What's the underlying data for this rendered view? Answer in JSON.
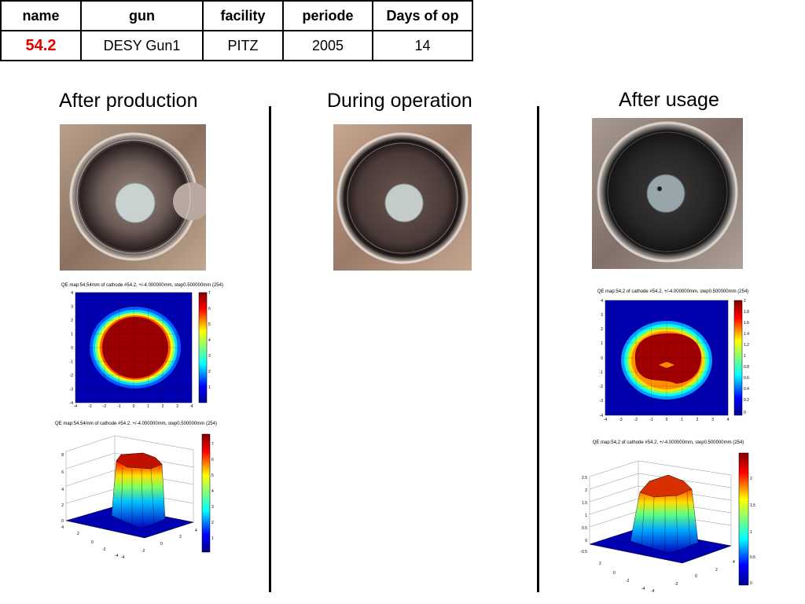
{
  "table": {
    "headers": [
      "name",
      "gun",
      "facility",
      "periode",
      "Days of op"
    ],
    "row": [
      "54.2",
      "DESY Gun1",
      "PITZ",
      "2005",
      "14"
    ]
  },
  "columns": {
    "after_production": "After production",
    "during_operation": "During operation",
    "after_usage": "After usage"
  },
  "plots": {
    "ap_2d_title": "QE map:54,54mm of cathode #54.2, +/-4.000000mm, step0.500000mm (254)",
    "ap_3d_title": "QE map:54,54mm of cathode #54.2, +/-4.000000mm, step0.500000mm (254)",
    "au_2d_title": "QE map:54,2 of cathode #54.2, +/-4.000000mm, step0.500000mm (254)",
    "au_3d_title": "QE map:54,2 of cathode #54.2, +/-4.000000mm, step0.500000mm (254)",
    "ap_axis_ticks": [
      "-4",
      "-3",
      "-2",
      "-1",
      "0",
      "1",
      "2",
      "3",
      "4"
    ],
    "ap_colorbar_ticks": [
      "7",
      "6",
      "5",
      "4",
      "3",
      "2",
      "1"
    ],
    "au_colorbar_ticks": [
      "2",
      "1.8",
      "1.6",
      "1.4",
      "1.2",
      "1",
      "0.8",
      "0.6",
      "0.4",
      "0.2",
      "0"
    ],
    "ap_3d_z_ticks": [
      "8",
      "6",
      "4",
      "2",
      "0"
    ],
    "au_3d_z_ticks": [
      "2.5",
      "2",
      "1.5",
      "1",
      "0.5",
      "0",
      "-0.5"
    ],
    "au_3d_cbar_ticks": [
      "2",
      "1.5",
      "1",
      "0.5",
      "0"
    ]
  },
  "colors": {
    "name_value": "#e00000",
    "qe_high": "#8b0000",
    "qe_low": "#0000a0"
  }
}
